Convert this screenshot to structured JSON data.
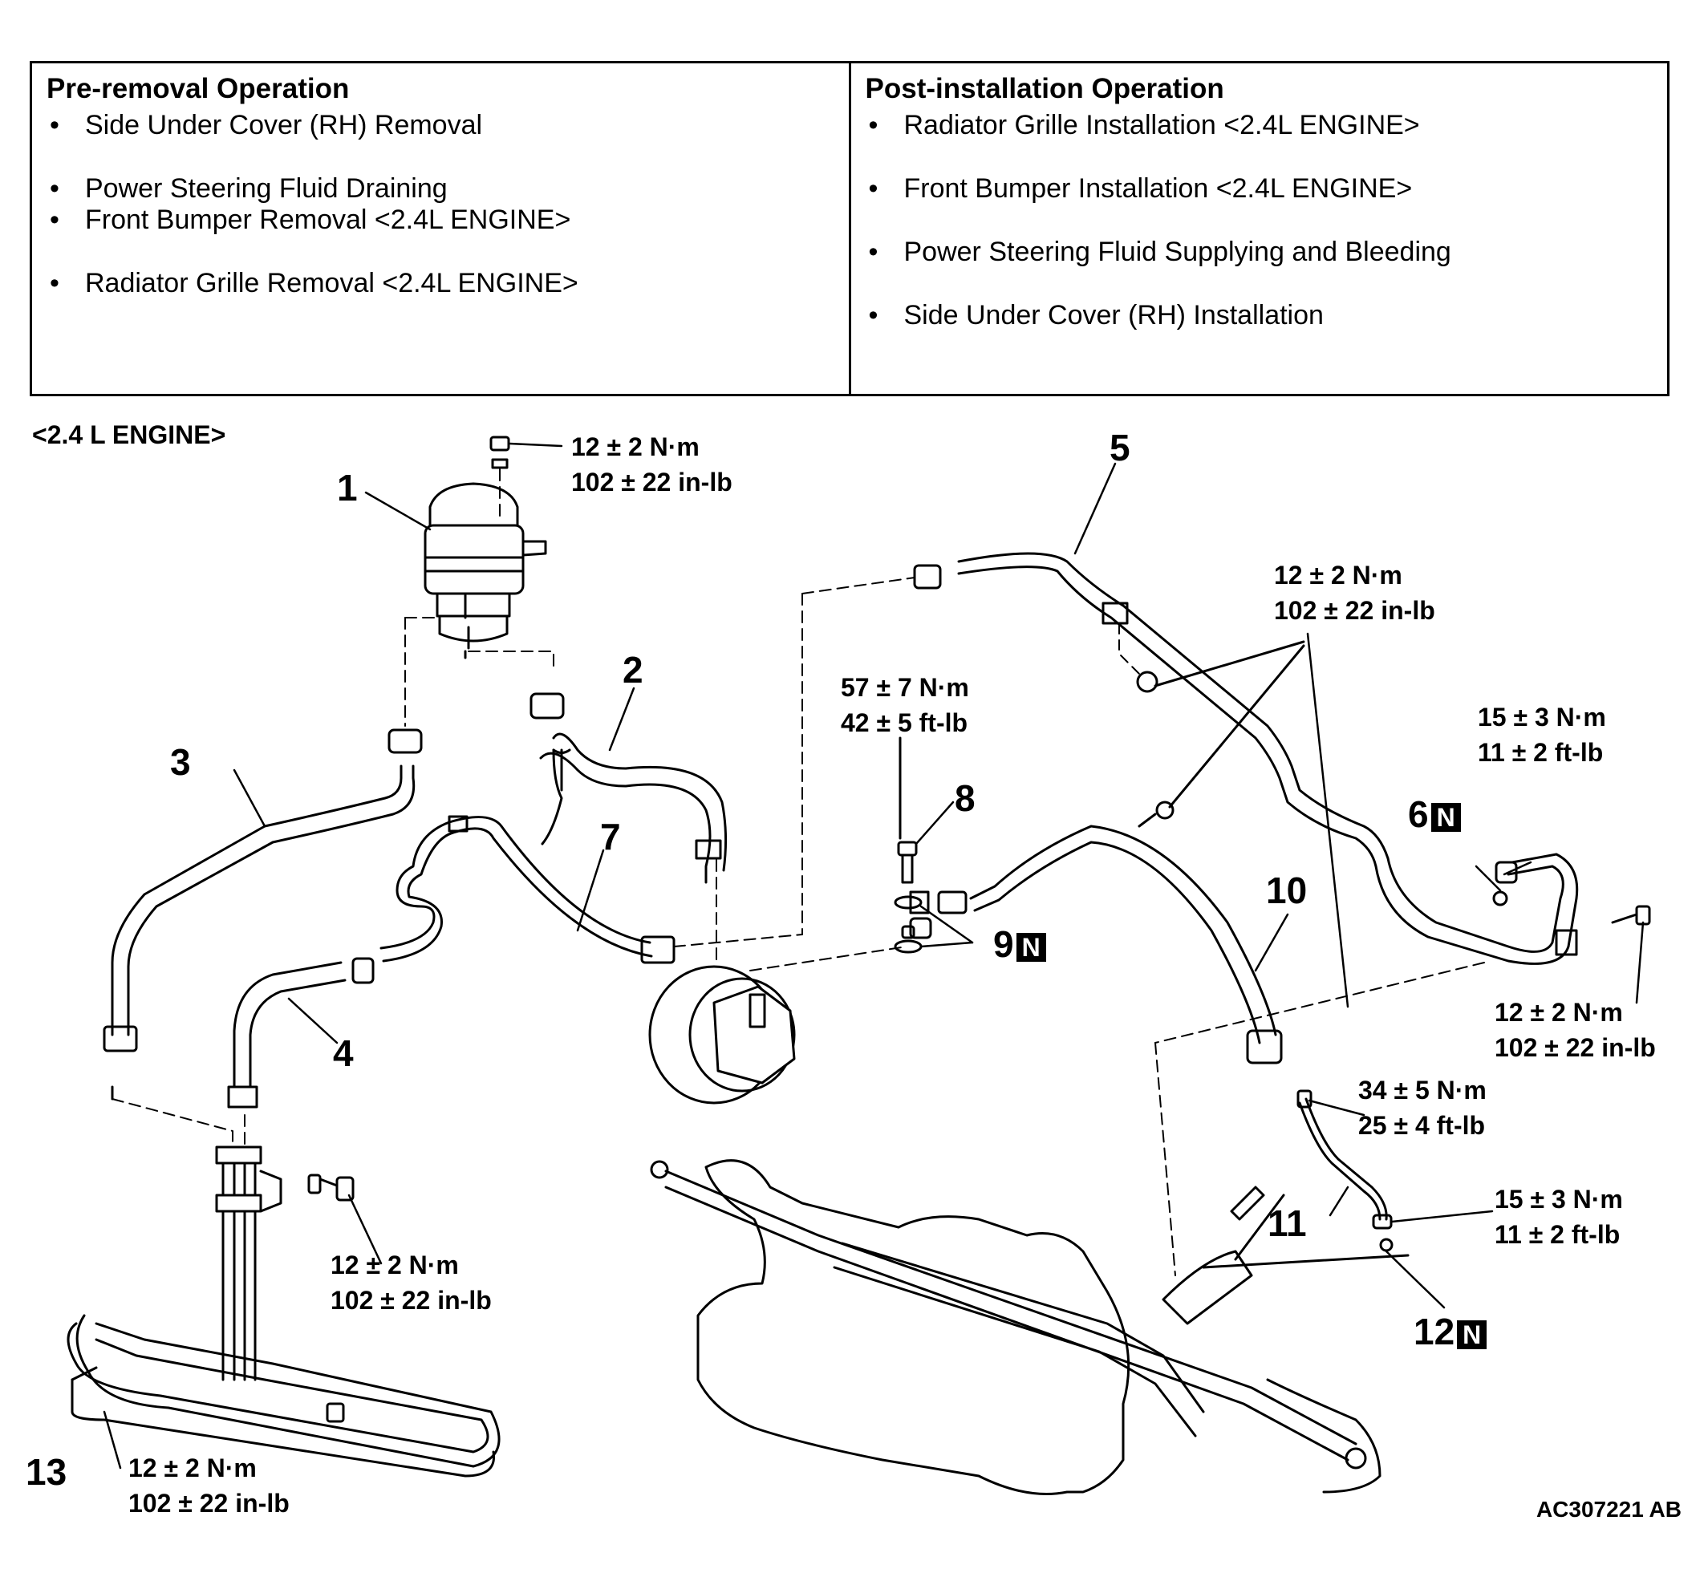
{
  "pre_removal": {
    "title": "Pre-removal Operation",
    "items": [
      "Side Under Cover (RH) Removal",
      "Power Steering Fluid Draining",
      "Front Bumper Removal <2.4L ENGINE>",
      "Radiator Grille Removal <2.4L ENGINE>"
    ]
  },
  "post_installation": {
    "title": "Post-installation Operation",
    "items": [
      "Radiator Grille Installation <2.4L ENGINE>",
      "Front Bumper Installation <2.4L ENGINE>",
      "Power Steering Fluid Supplying and Bleeding",
      "Side Under Cover (RH) Installation"
    ]
  },
  "engine_label": "<2.4 L ENGINE>",
  "parts": {
    "p1": "1",
    "p2": "2",
    "p3": "3",
    "p4": "4",
    "p5": "5",
    "p6": "6",
    "p7": "7",
    "p8": "8",
    "p9": "9",
    "p10": "10",
    "p11": "11",
    "p12": "12",
    "p13": "13",
    "new_part_mark": "N"
  },
  "torques": {
    "t_res_top": {
      "metric": "12 ± 2 N·m",
      "imperial": "102 ± 22 in-lb"
    },
    "t_hose5": {
      "metric": "12 ± 2 N·m",
      "imperial": "102 ± 22 in-lb"
    },
    "t_eyebolt8": {
      "metric": "57 ± 7 N·m",
      "imperial": "42 ± 5 ft-lb"
    },
    "t_flare6": {
      "metric": "15 ± 3 N·m",
      "imperial": "11 ± 2 ft-lb"
    },
    "t_right_bolt": {
      "metric": "12 ± 2 N·m",
      "imperial": "102 ± 22 in-lb"
    },
    "t_nut10": {
      "metric": "34 ± 5 N·m",
      "imperial": "25 ± 4 ft-lb"
    },
    "t_flare11": {
      "metric": "15 ± 3 N·m",
      "imperial": "11 ± 2 ft-lb"
    },
    "t_cooler_mid": {
      "metric": "12 ± 2 N·m",
      "imperial": "102 ± 22 in-lb"
    },
    "t_cooler_bot": {
      "metric": "12 ± 2 N·m",
      "imperial": "102 ± 22 in-lb"
    }
  },
  "figure_id": "AC307221 AB"
}
